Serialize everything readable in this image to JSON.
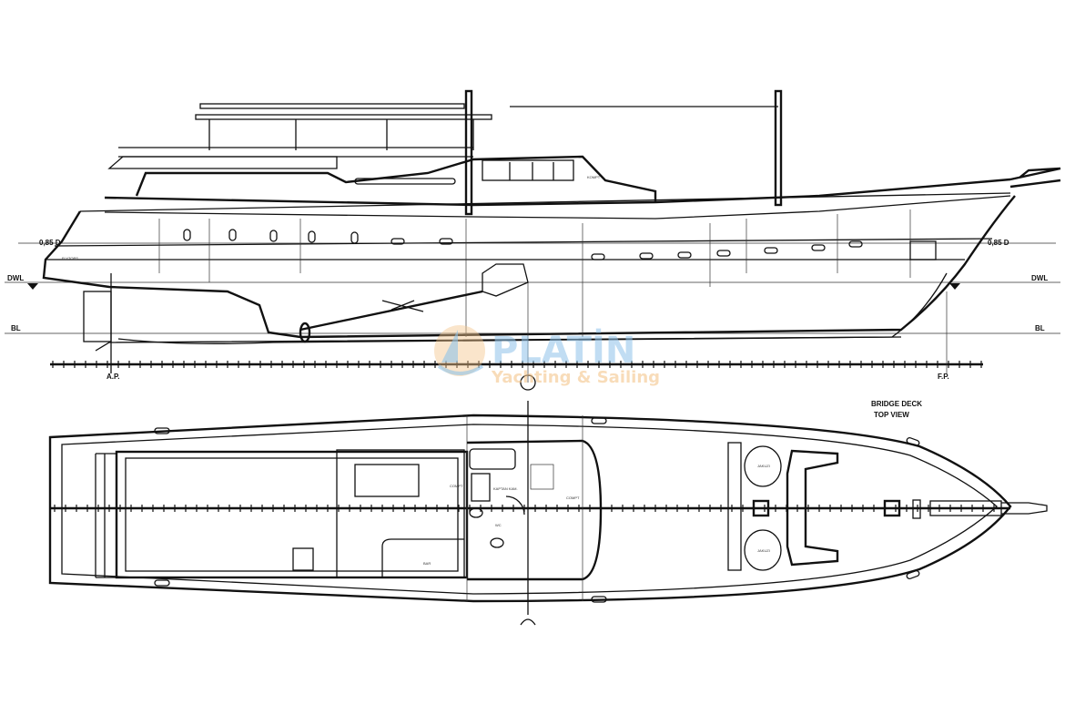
{
  "profile": {
    "draft_label_left": "0,85 D",
    "draft_label_right": "0,85 D",
    "dwl_left": "DWL",
    "dwl_right": "DWL",
    "bl_left": "BL",
    "bl_right": "BL",
    "aft_perpendicular": "A.P.",
    "forward_perpendicular": "F.P.",
    "room_labels": [
      "FLYTOPS",
      "KOMPT"
    ]
  },
  "plan": {
    "title": "BRIDGE DECK",
    "subtitle": "TOP VIEW",
    "room_labels": [
      "KAPTAN KAM.",
      "WC",
      "COMPT",
      "COMPT",
      "BAR",
      "JAKUZI",
      "JAKUZI"
    ]
  },
  "watermark": {
    "brand": "PLATİN",
    "tagline": "Yachting & Sailing",
    "colors": {
      "blue": "#8fc3ea",
      "orange": "#f5c68c"
    }
  }
}
